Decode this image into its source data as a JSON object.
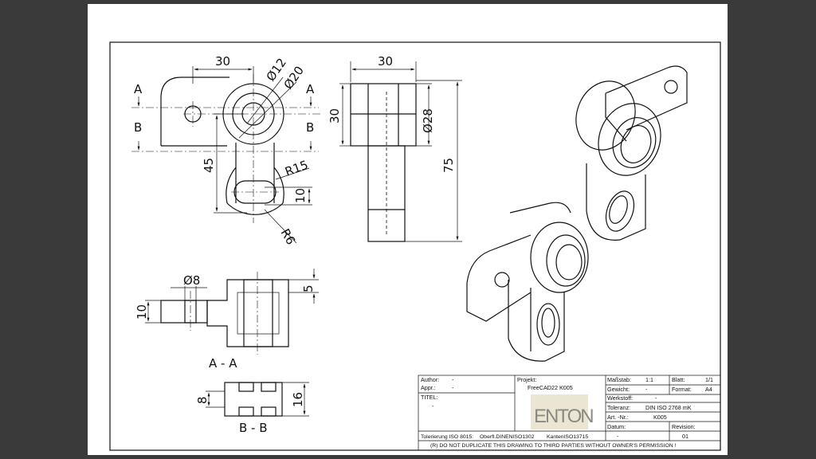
{
  "dimensions": {
    "front_width": "30",
    "dia_inner": "Ø12",
    "dia_outer": "Ø20",
    "height_45": "45",
    "radius_r15": "R15",
    "slot_width": "10",
    "radius_r6": "R6",
    "side_width": "30",
    "side_height": "30",
    "side_dia": "Ø28",
    "side_total": "75",
    "sec_hole_dia": "Ø8",
    "sec_thickness": "10",
    "sec_step": "5",
    "sec_b_left": "8",
    "sec_b_right": "16"
  },
  "section_labels": {
    "a_left": "A",
    "a_right": "A",
    "b_left": "B",
    "b_right": "B",
    "section_aa": "A - A",
    "section_bb": "B - B"
  },
  "title_block": {
    "author_label": "Author:",
    "author_value": "-",
    "appr_label": "Appr.:",
    "appr_value": "-",
    "project_label": "Projekt:",
    "project_value": "FreeCAD22 K005",
    "scale_label": "Maßstab:",
    "scale_value": "1:1",
    "sheet_label": "Blatt:",
    "sheet_value": "1/1",
    "weight_label": "Gewicht:",
    "weight_value": "-",
    "format_label": "Format:",
    "format_value": "A4",
    "title_label": "TITEL:",
    "title_value": "-",
    "material_label": "Werkstoff:",
    "material_value": "-",
    "tolerance_label": "Toleranz:",
    "tolerance_value": "DIN ISO 2768 mK",
    "part_label": "Art. -Nr.:",
    "part_value": "K005",
    "date_label": "Datum:",
    "date_value": "-",
    "revision_label": "Revision:",
    "revision_value": "01",
    "tolerancing_note": "Tolerierung ISO 8015:",
    "surface_note": "Oberfl.DINENISO1302",
    "edges_note": "KantenISO13715",
    "copyright": "(R) DO NOT DUPLICATE THIS DRAWING TO THIRD PARTIES WITHOUT OWNER'S PERMISSION !"
  },
  "logo": {
    "text": "ENTON"
  }
}
